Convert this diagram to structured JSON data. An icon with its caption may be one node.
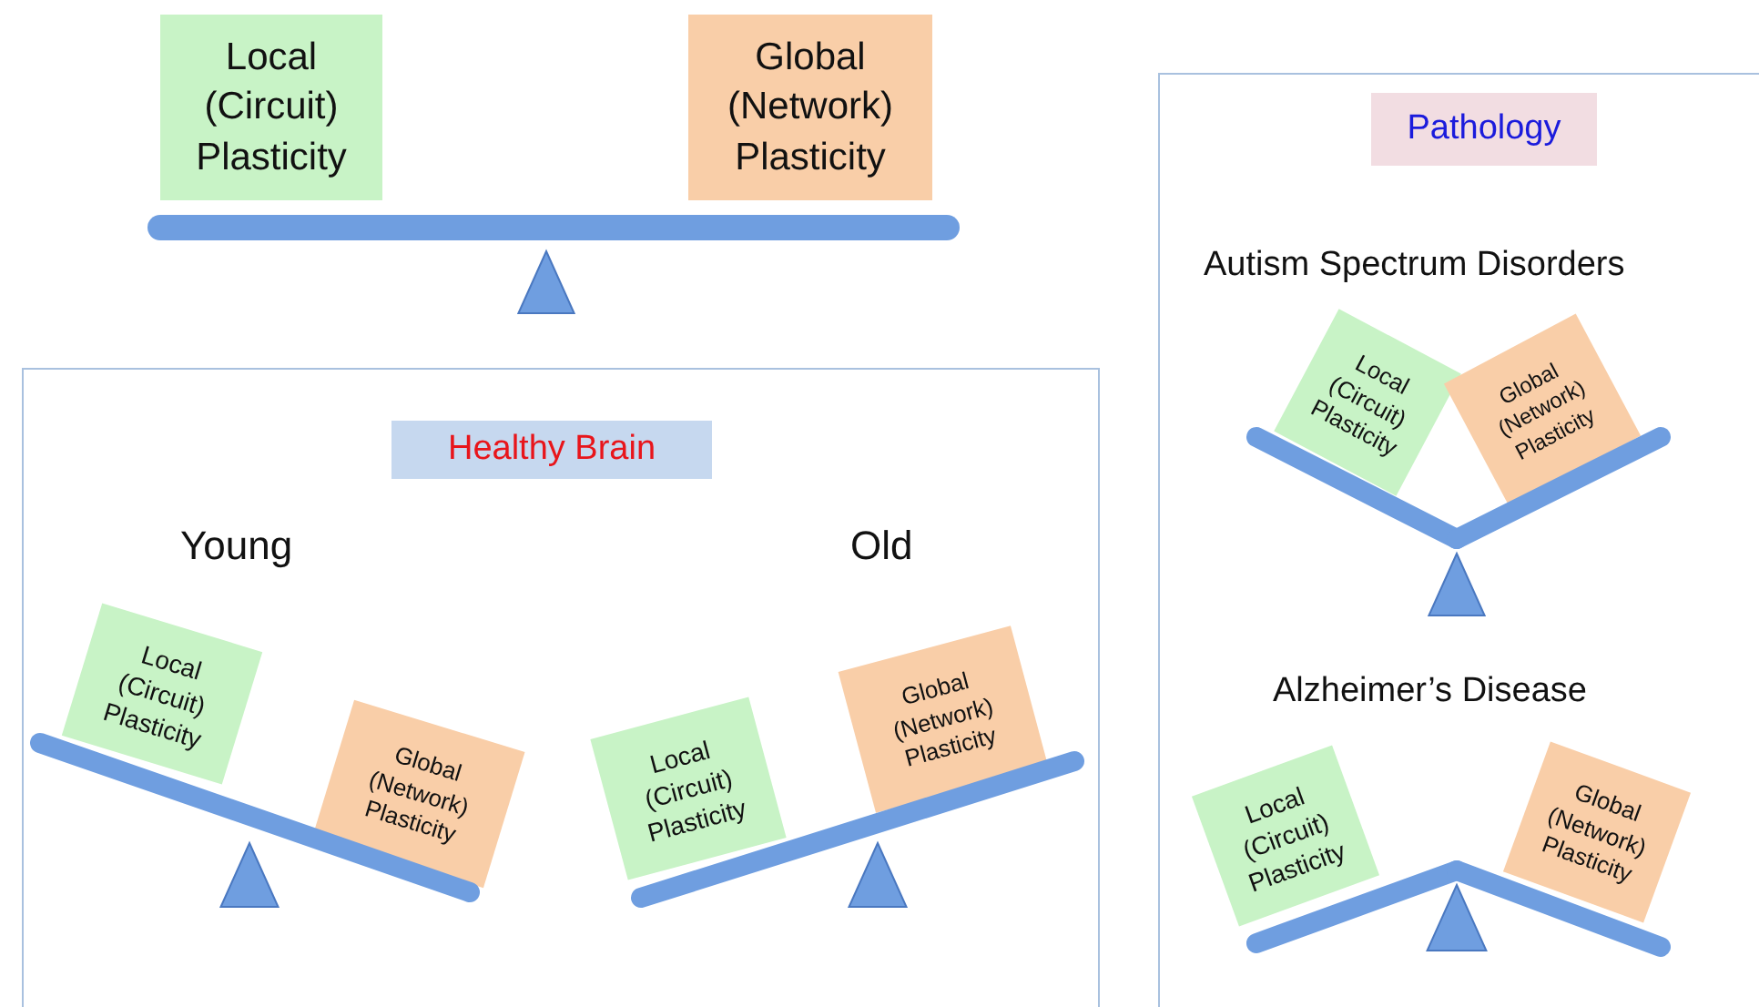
{
  "diagram": {
    "nodes": [
      {
        "text": [
          "Local (Circuit) Plasticity"
        ]
      },
      {
        "text": [
          "Global (Network) Plasticity"
        ]
      },
      {
        "text": [
          "Healthy Brain",
          "Young",
          "Old"
        ]
      },
      {
        "text": [
          "Local (Circuit) Plasticity"
        ],
        "in": 2
      },
      {
        "text": [
          "Global (Network) Plasticity"
        ],
        "in": 2
      },
      {
        "text": [
          "Local (Circuit) Plasticity"
        ],
        "in": 2
      },
      {
        "text": [
          "Global (Network) Plasticity"
        ],
        "in": 2
      },
      {
        "text": [
          "Pathology",
          "Autism Spectrum Disorders",
          "Alzheimer’s Disease"
        ]
      },
      {
        "text": [
          "Local (Circuit) Plasticity"
        ],
        "in": 7
      },
      {
        "text": [
          "Global (Network) Plasticity"
        ],
        "in": 7
      },
      {
        "text": [
          "Local (Circuit) Plasticity"
        ],
        "in": 7
      },
      {
        "text": [
          "Global (Network) Plasticity"
        ],
        "in": 7
      }
    ],
    "edges": []
  }
}
